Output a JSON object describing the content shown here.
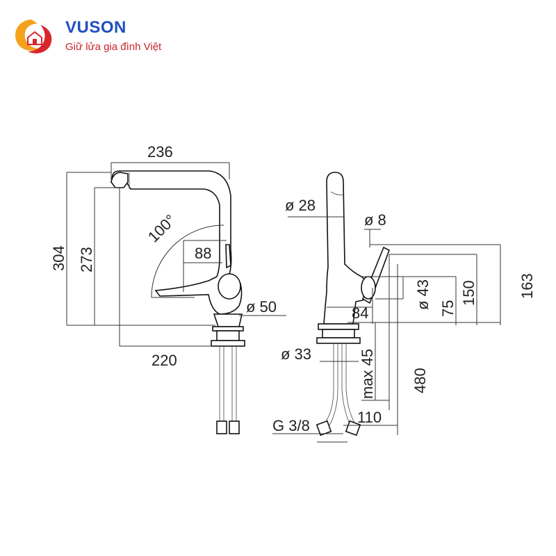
{
  "brand": {
    "name": "VUSON",
    "tagline": "Giữ lửa gia đình Việt",
    "colors": {
      "primary": "#1f4fbf",
      "accent": "#c8242b",
      "logo_orange": "#f4a21c"
    }
  },
  "front_view": {
    "dim_width_top": "236",
    "dim_height_total": "304",
    "dim_height_spout": "273",
    "dim_rotation": "100°",
    "dim_lever_offset": "88",
    "dim_base_diameter": "ø 50",
    "dim_width_bottom": "220"
  },
  "side_view": {
    "dim_spout_diameter": "ø 28",
    "dim_lever_diameter": "ø 8",
    "dim_handle_diameter": "ø 43",
    "dim_handle_width": "84",
    "dim_75": "75",
    "dim_150": "150",
    "dim_163": "163",
    "dim_max_thickness": "max 45",
    "dim_mount_hole": "ø 33",
    "dim_hose_length": "480",
    "dim_hose_spacing": "110",
    "dim_connection": "G 3/8"
  }
}
